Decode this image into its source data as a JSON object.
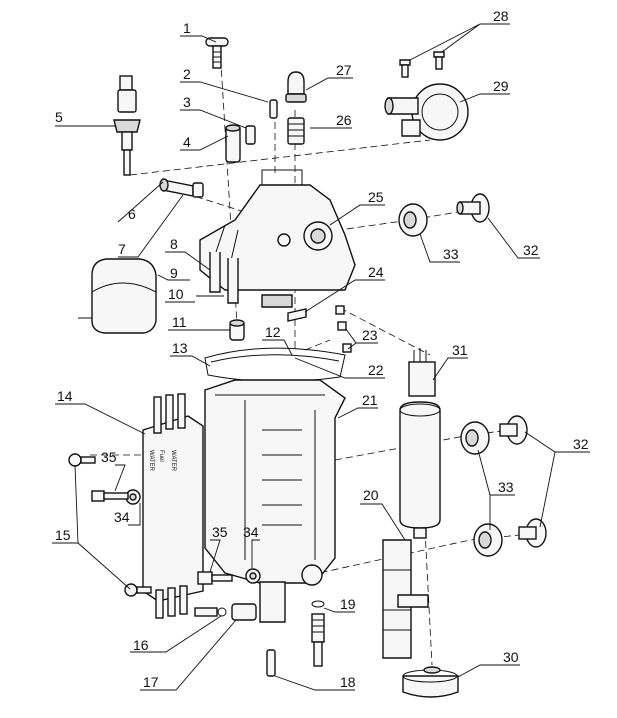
{
  "callouts": [
    {
      "id": "c1",
      "label": "1"
    },
    {
      "id": "c2",
      "label": "2"
    },
    {
      "id": "c3",
      "label": "3"
    },
    {
      "id": "c4",
      "label": "4"
    },
    {
      "id": "c5",
      "label": "5"
    },
    {
      "id": "c6",
      "label": "6"
    },
    {
      "id": "c7",
      "label": "7"
    },
    {
      "id": "c8",
      "label": "8"
    },
    {
      "id": "c9",
      "label": "9"
    },
    {
      "id": "c10",
      "label": "10"
    },
    {
      "id": "c11",
      "label": "11"
    },
    {
      "id": "c12",
      "label": "12"
    },
    {
      "id": "c13",
      "label": "13"
    },
    {
      "id": "c14",
      "label": "14"
    },
    {
      "id": "c15",
      "label": "15"
    },
    {
      "id": "c16",
      "label": "16"
    },
    {
      "id": "c17",
      "label": "17"
    },
    {
      "id": "c18",
      "label": "18"
    },
    {
      "id": "c19",
      "label": "19"
    },
    {
      "id": "c20",
      "label": "20"
    },
    {
      "id": "c21",
      "label": "21"
    },
    {
      "id": "c22",
      "label": "22"
    },
    {
      "id": "c23",
      "label": "23"
    },
    {
      "id": "c24",
      "label": "24"
    },
    {
      "id": "c25",
      "label": "25"
    },
    {
      "id": "c26",
      "label": "26"
    },
    {
      "id": "c27",
      "label": "27"
    },
    {
      "id": "c28",
      "label": "28"
    },
    {
      "id": "c29",
      "label": "29"
    },
    {
      "id": "c30",
      "label": "30"
    },
    {
      "id": "c31",
      "label": "31"
    },
    {
      "id": "c32a",
      "label": "32"
    },
    {
      "id": "c32b",
      "label": "32"
    },
    {
      "id": "c33a",
      "label": "33"
    },
    {
      "id": "c33b",
      "label": "33"
    },
    {
      "id": "c34a",
      "label": "34"
    },
    {
      "id": "c34b",
      "label": "34"
    },
    {
      "id": "c35a",
      "label": "35"
    },
    {
      "id": "c35b",
      "label": "35"
    }
  ],
  "pipe_labels": [
    "WATER",
    "Fuel",
    "WATER"
  ]
}
